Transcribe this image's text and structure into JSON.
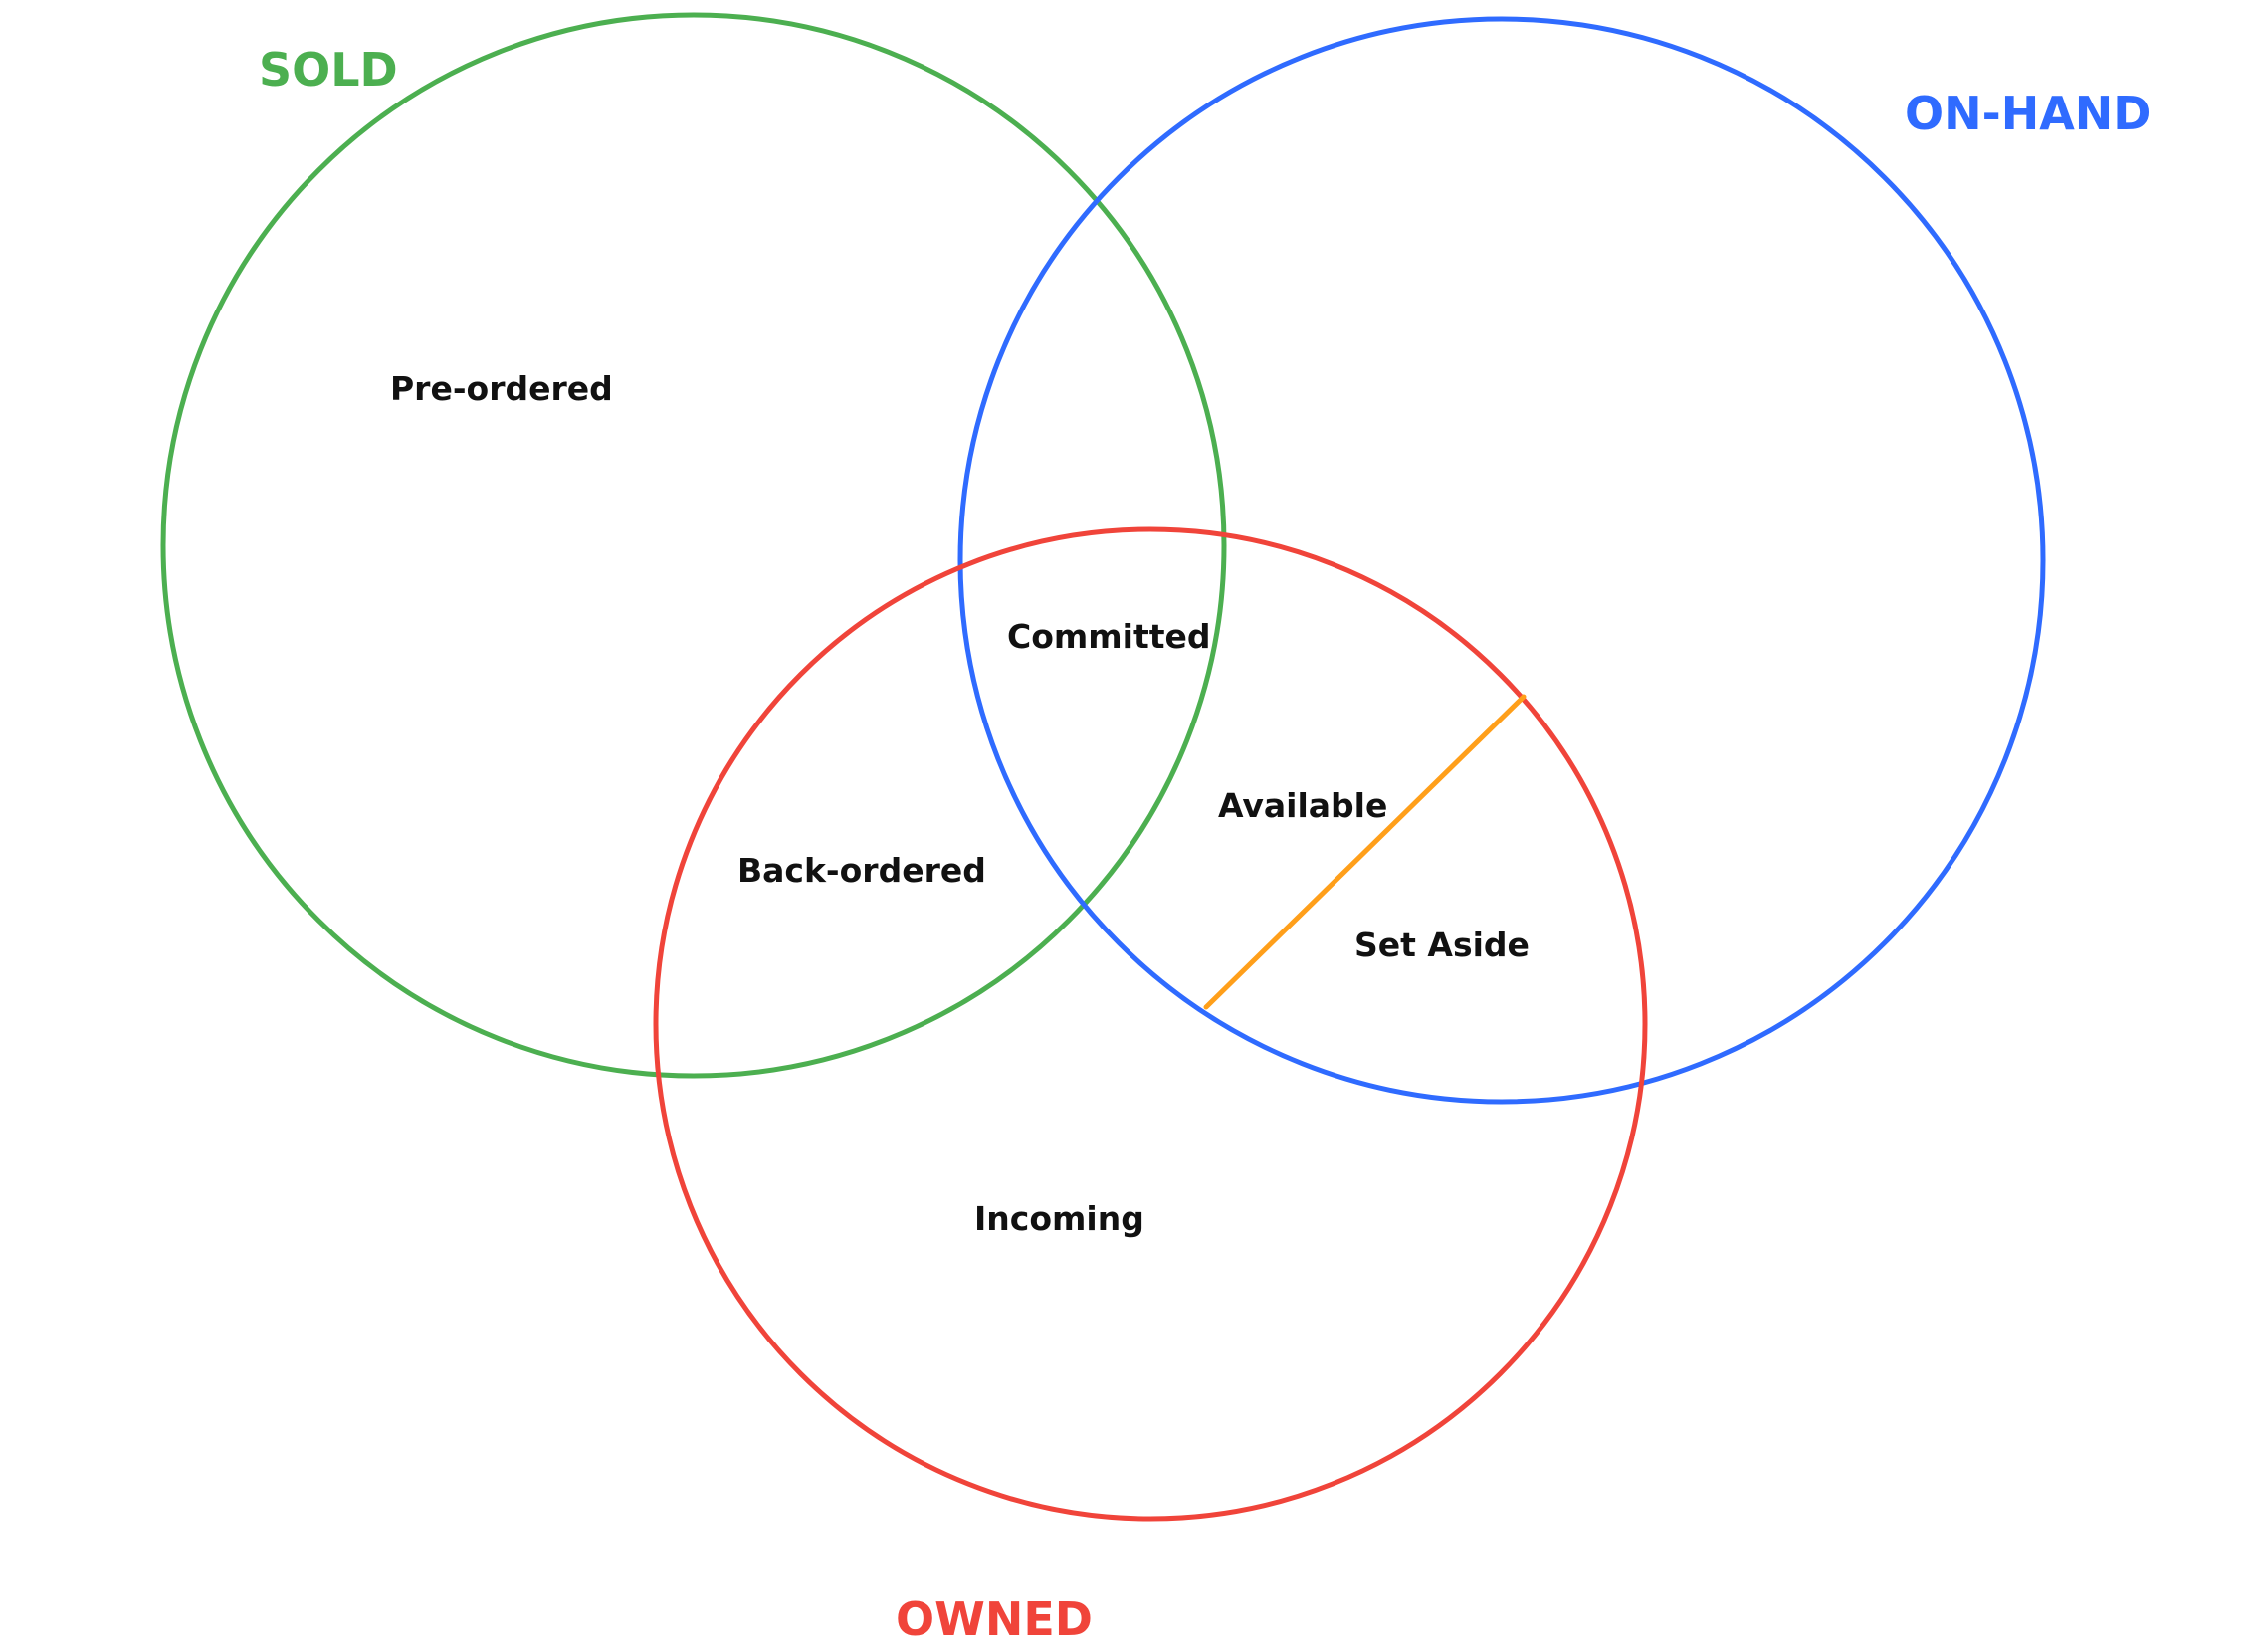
{
  "sets": {
    "sold": {
      "title": "SOLD",
      "color": "#4caf50"
    },
    "on_hand": {
      "title": "ON-HAND",
      "color": "#2f6bff"
    },
    "owned": {
      "title": "OWNED",
      "color": "#f0443a"
    }
  },
  "regions": {
    "pre_ordered": "Pre-ordered",
    "committed": "Committed",
    "available": "Available",
    "back_ordered": "Back-ordered",
    "set_aside": "Set Aside",
    "incoming": "Incoming"
  },
  "divider": {
    "color": "#ff9f1a"
  },
  "colors": {
    "background": "#ffffff",
    "label_text": "#111111"
  }
}
